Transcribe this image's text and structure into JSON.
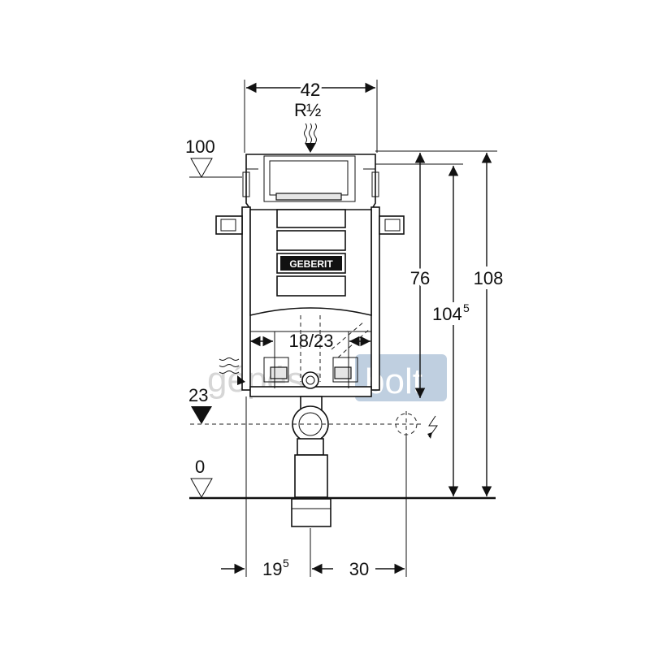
{
  "dimensions": {
    "top_width": "42",
    "thread": "R",
    "thread_fraction": "½",
    "level_100": "100",
    "level_23": "23",
    "level_0": "0",
    "height_76": "76",
    "height_104": "104",
    "height_104_sup": "5",
    "height_108": "108",
    "width_18_23": "18/23",
    "bottom_left": "19",
    "bottom_left_sup": "5",
    "bottom_right": "30"
  },
  "brand": {
    "logo_text": "GEBERIT"
  },
  "watermark": {
    "left_text": "gépész",
    "right_text": "bolt"
  },
  "colors": {
    "line": "#111111",
    "watermark_box": "#a9bfd6",
    "watermark_text": "#d6d6d6"
  }
}
